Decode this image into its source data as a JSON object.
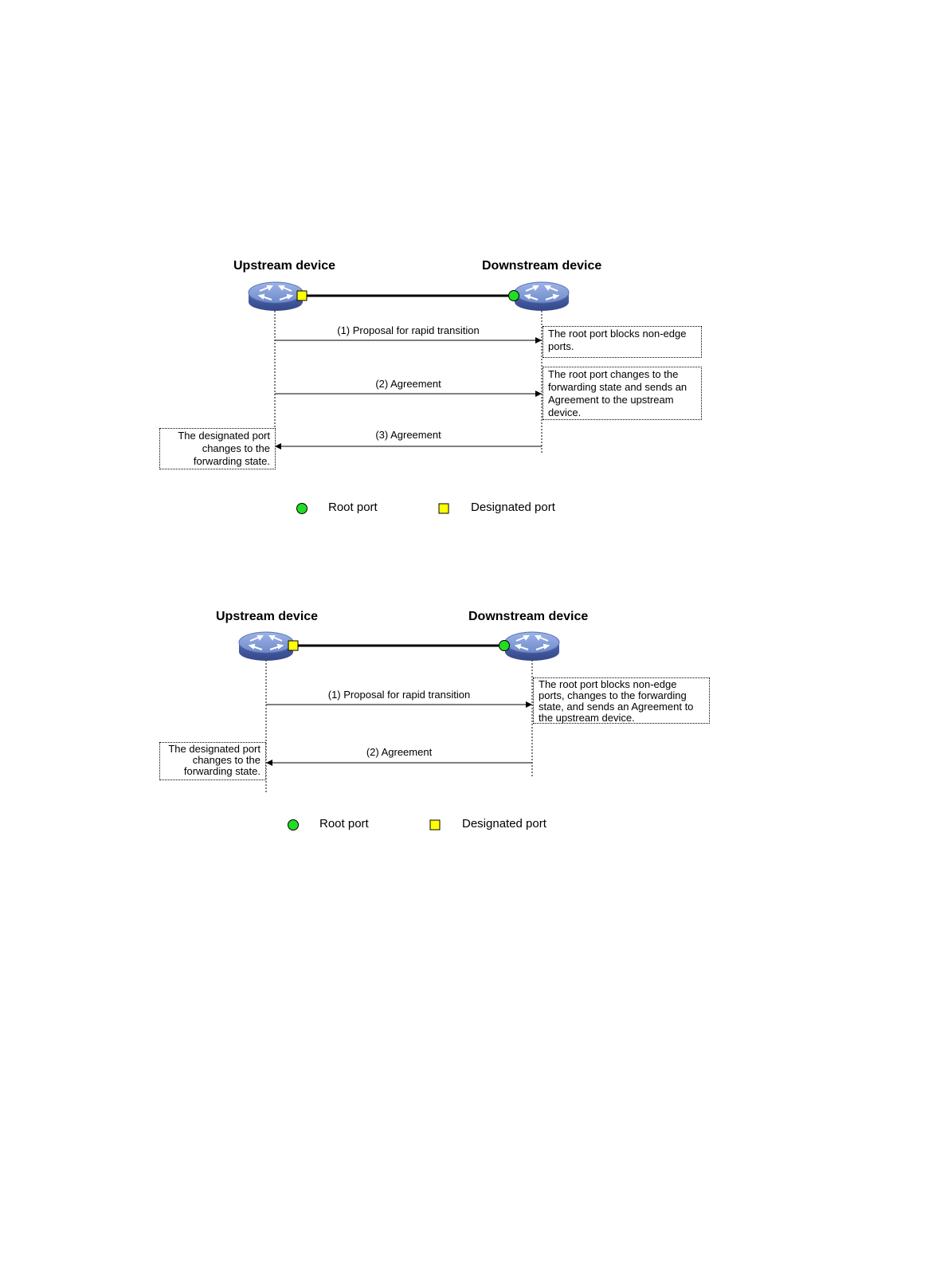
{
  "legend": {
    "root_port": "Root port",
    "designated_port": "Designated port",
    "root_color": "#22dd22",
    "designated_color": "#ffff00"
  },
  "diagrams": [
    {
      "upstream_label": "Upstream device",
      "downstream_label": "Downstream device",
      "messages": [
        {
          "label": "(1) Proposal for rapid transition",
          "direction": "downstream"
        },
        {
          "label": "(2) Agreement",
          "direction": "downstream"
        },
        {
          "label": "(3) Agreement",
          "direction": "upstream"
        }
      ],
      "notes": {
        "downstream": [
          "The root port blocks non-edge ports.",
          "The root port changes to the forwarding state and sends an Agreement to the upstream device."
        ],
        "upstream": "The designated port changes to the forwarding state."
      }
    },
    {
      "upstream_label": "Upstream device",
      "downstream_label": "Downstream device",
      "messages": [
        {
          "label": "(1) Proposal for rapid transition",
          "direction": "downstream"
        },
        {
          "label": "(2) Agreement",
          "direction": "upstream"
        }
      ],
      "notes": {
        "downstream": [
          "The root port blocks non-edge ports, changes to the forwarding state, and sends an Agreement to the upstream device."
        ],
        "upstream": "The designated port changes to the forwarding state."
      }
    }
  ]
}
